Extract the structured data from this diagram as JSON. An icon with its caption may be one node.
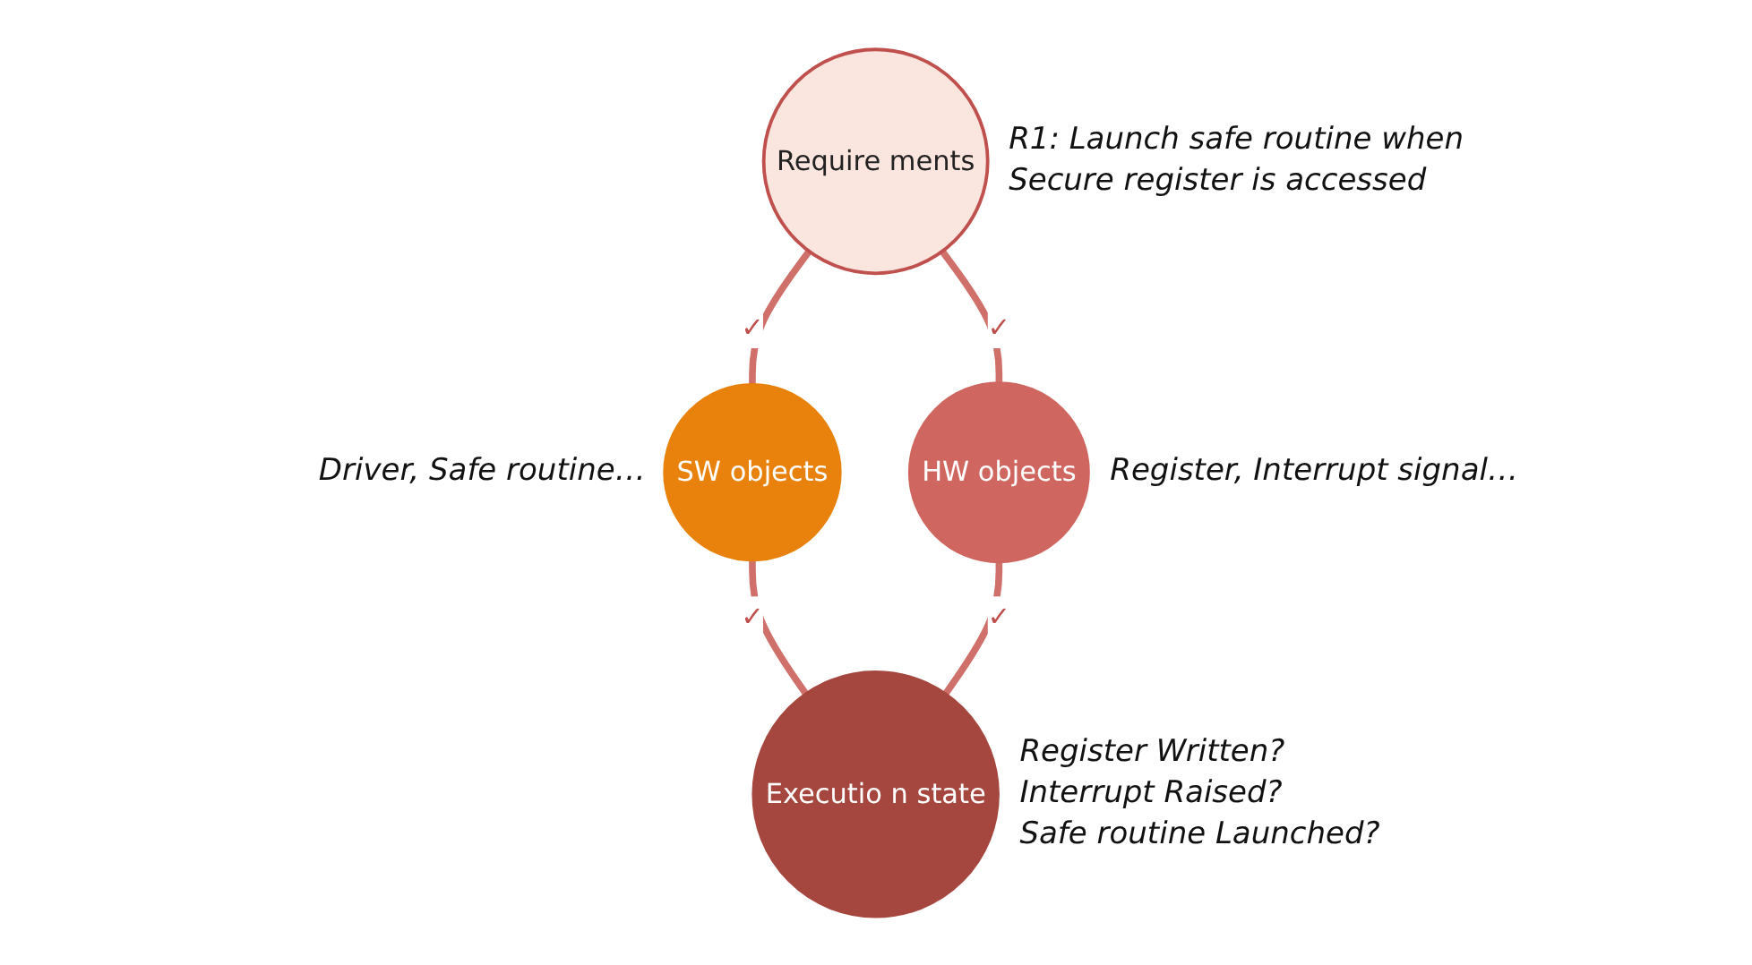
{
  "diagram": {
    "nodes": [
      {
        "text": [
          "Require ments"
        ],
        "beside": [
          "R1: Launch safe routine when Secure register is accessed"
        ]
      },
      {
        "text": [
          "SW objects"
        ],
        "beside": [
          "Driver, Safe routine…"
        ]
      },
      {
        "text": [
          "HW objects"
        ],
        "beside": [
          "Register, Interrupt signal…"
        ]
      },
      {
        "text": [
          "Executio n state"
        ],
        "beside": [
          "Register Written?",
          "Interrupt Raised?",
          "Safe routine Launched?"
        ]
      }
    ],
    "edges": [
      {
        "from": 0,
        "to": 1,
        "arrow": "none",
        "label": "✓"
      },
      {
        "from": 0,
        "to": 2,
        "arrow": "none",
        "label": "✓"
      },
      {
        "from": 1,
        "to": 3,
        "arrow": "none",
        "label": "✓"
      },
      {
        "from": 2,
        "to": 3,
        "arrow": "none",
        "label": "✓"
      }
    ]
  }
}
